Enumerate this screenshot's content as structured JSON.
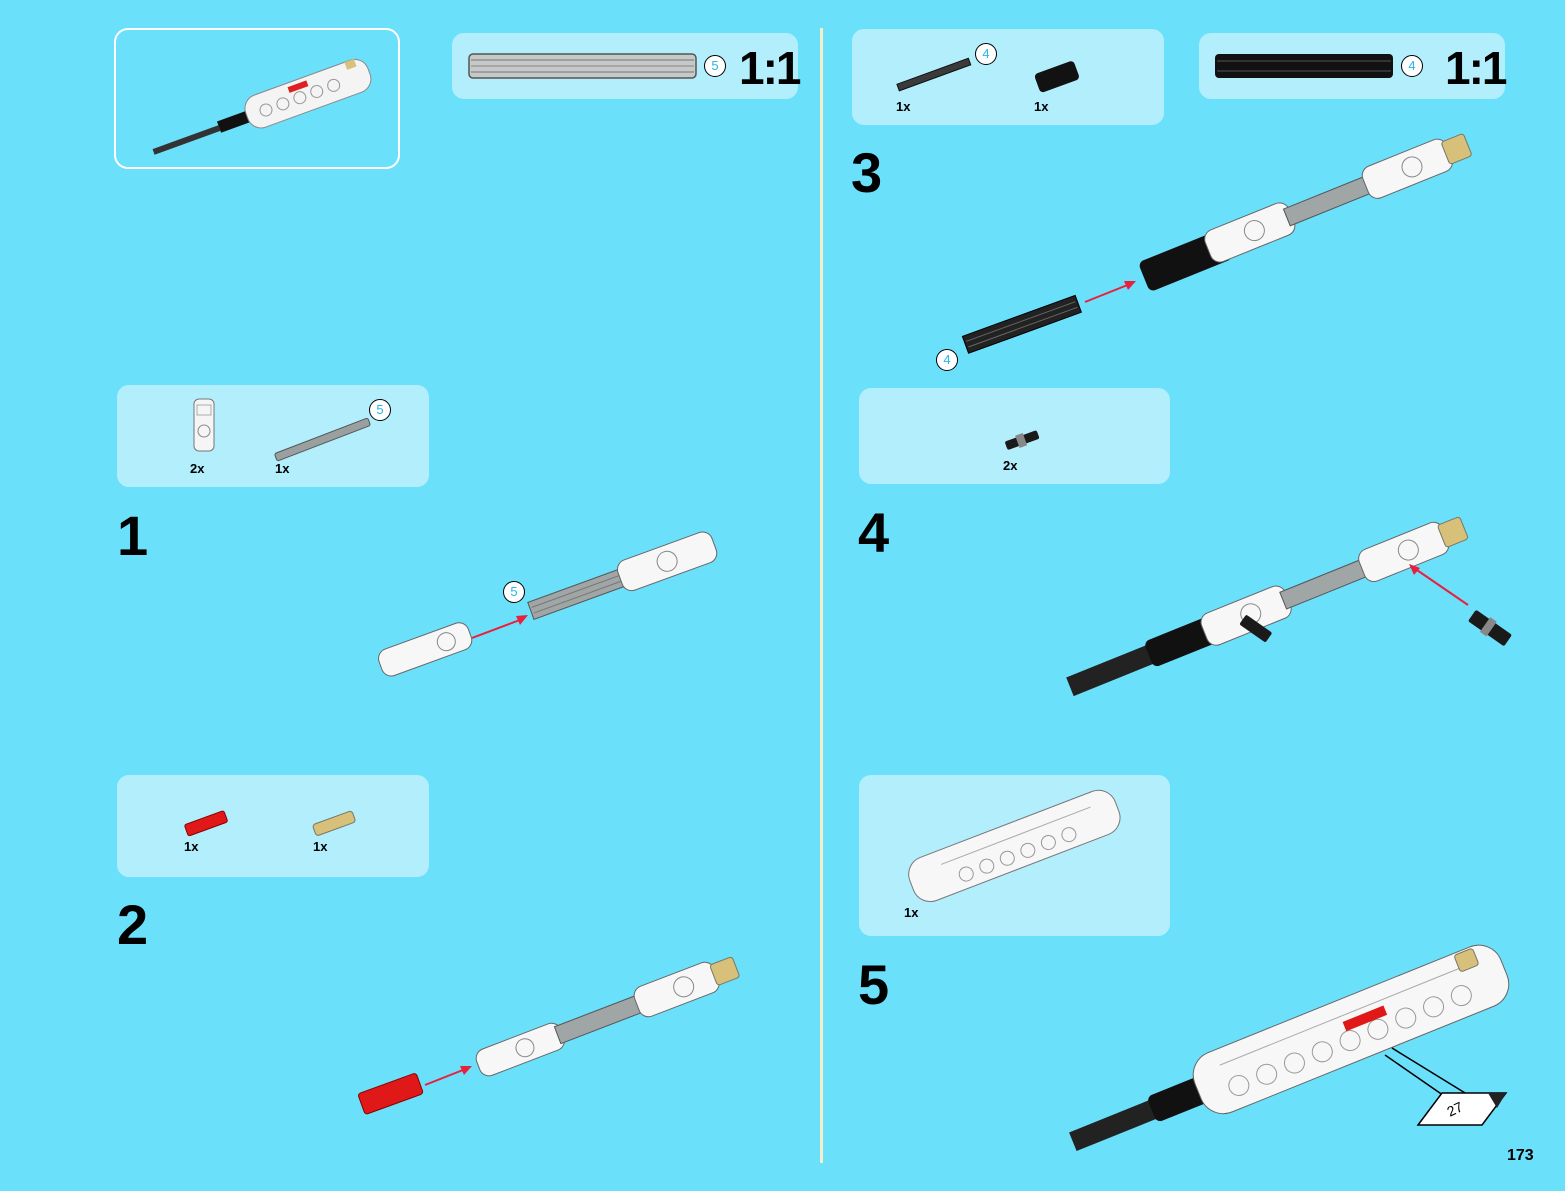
{
  "page": {
    "number": "173",
    "background": "#6be0fb",
    "panel_color": "#b3eefd"
  },
  "ruler_left": {
    "length_label": "5",
    "scale": "1:1",
    "axle_color": "grey"
  },
  "ruler_right": {
    "length_label": "4",
    "scale": "1:1",
    "axle_color": "black"
  },
  "steps": [
    {
      "number": "1",
      "parts": [
        {
          "icon": "white-connector",
          "qty": "2x"
        },
        {
          "icon": "grey-axle-5",
          "qty": "1x",
          "length_label": "5"
        }
      ],
      "callout_label": "5"
    },
    {
      "number": "2",
      "parts": [
        {
          "icon": "red-axle-pin",
          "qty": "1x"
        },
        {
          "icon": "tan-axle-pin",
          "qty": "1x"
        }
      ]
    },
    {
      "number": "3",
      "parts": [
        {
          "icon": "black-axle-4",
          "qty": "1x",
          "length_label": "4"
        },
        {
          "icon": "black-bush",
          "qty": "1x"
        }
      ],
      "callout_label": "4"
    },
    {
      "number": "4",
      "parts": [
        {
          "icon": "black-pin",
          "qty": "2x"
        }
      ]
    },
    {
      "number": "5",
      "parts": [
        {
          "icon": "white-beam",
          "qty": "1x"
        }
      ],
      "sticker_label": "27"
    }
  ]
}
